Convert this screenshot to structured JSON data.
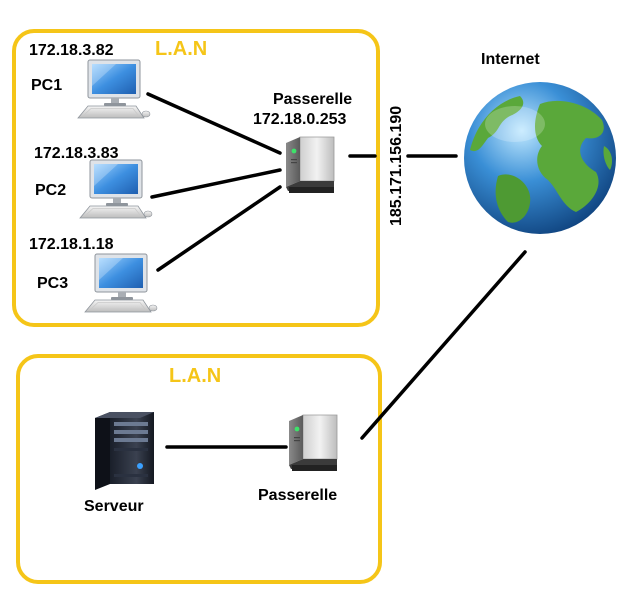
{
  "colors": {
    "lan_border": "#f5c518",
    "lan_title": "#f5c518",
    "link": "#000000",
    "screen_blue": "#3d8fe0"
  },
  "lan_top": {
    "title": "L.A.N",
    "pcs": [
      {
        "name": "PC1",
        "ip": "172.18.3.82",
        "icon": "desktop-computer-icon"
      },
      {
        "name": "PC2",
        "ip": "172.18.3.83",
        "icon": "desktop-computer-icon"
      },
      {
        "name": "PC3",
        "ip": "172.18.1.18",
        "icon": "desktop-computer-icon"
      }
    ],
    "gateway": {
      "name": "Passerelle",
      "ip": "172.18.0.253",
      "icon": "gateway-box-icon"
    }
  },
  "wan_ip": "185.171.156.190",
  "internet": {
    "label": "Internet",
    "icon": "globe-icon"
  },
  "lan_bottom": {
    "title": "L.A.N",
    "server": {
      "label": "Serveur",
      "icon": "server-rack-icon"
    },
    "gateway": {
      "label": "Passerelle",
      "icon": "gateway-box-icon"
    }
  }
}
